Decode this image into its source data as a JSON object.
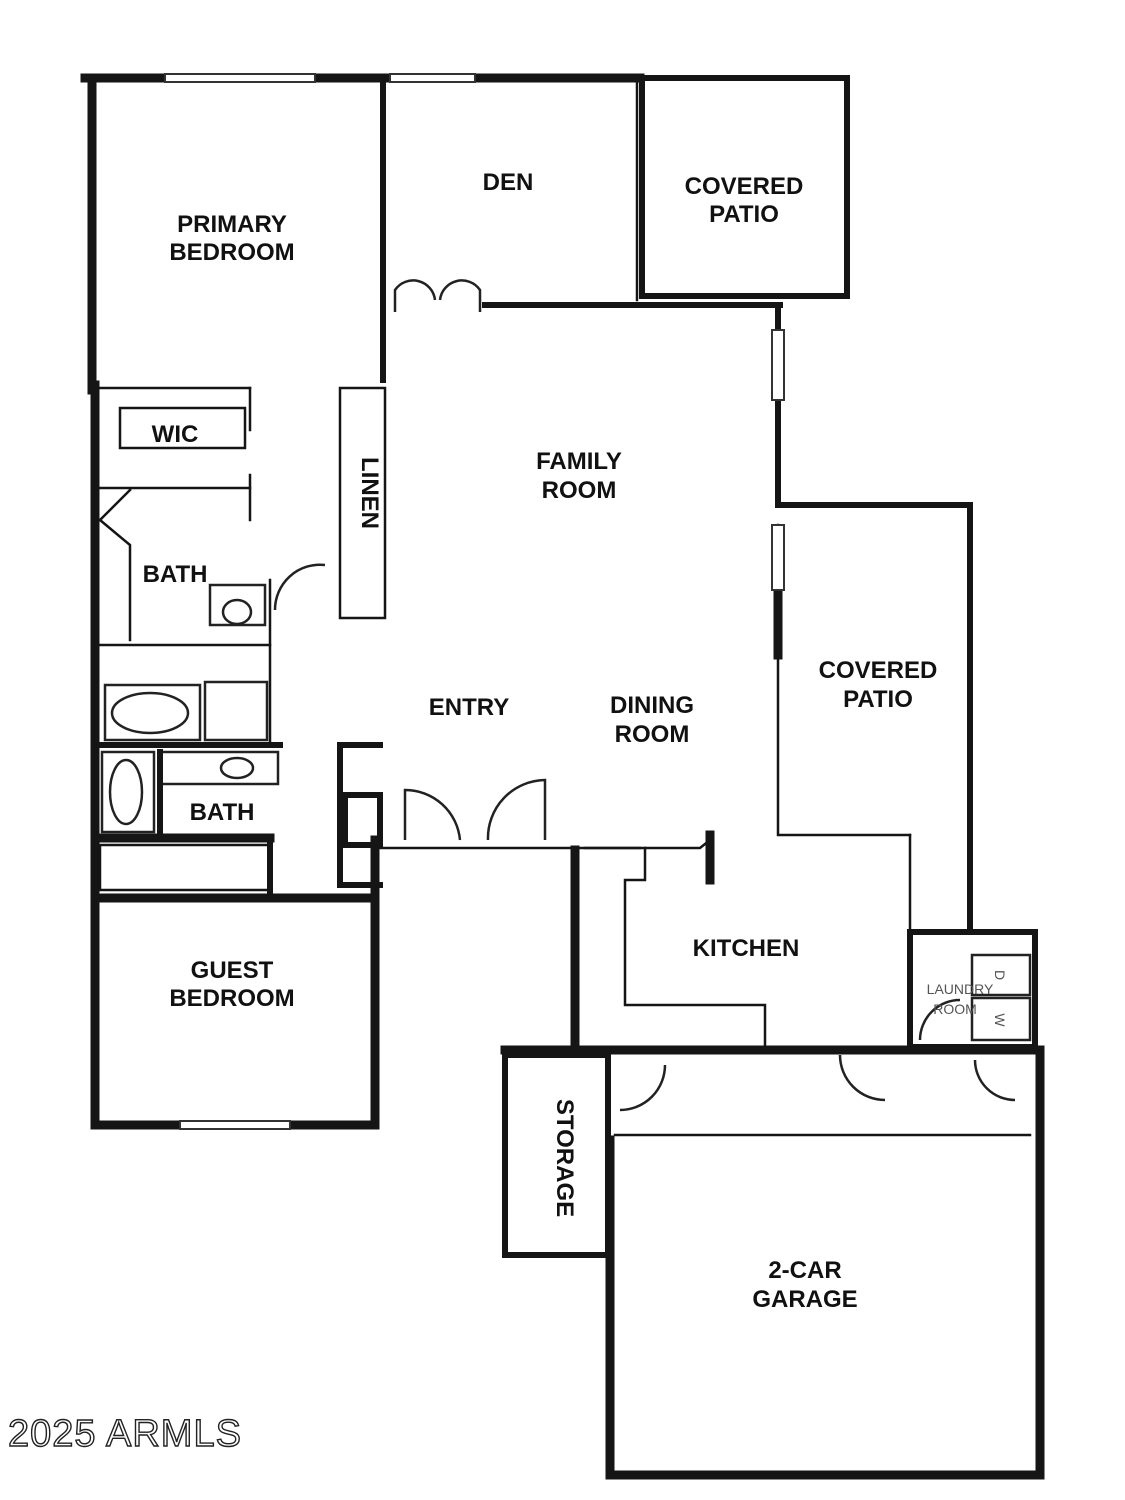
{
  "rooms": {
    "primary_bedroom": [
      "PRIMARY",
      "BEDROOM"
    ],
    "den": "DEN",
    "covered_patio_top": [
      "COVERED",
      "PATIO"
    ],
    "wic": "WIC",
    "linen": "LINEN",
    "family_room": [
      "FAMILY",
      "ROOM"
    ],
    "bath_primary": "BATH",
    "entry": "ENTRY",
    "dining_room": [
      "DINING",
      "ROOM"
    ],
    "covered_patio_right": [
      "COVERED",
      "PATIO"
    ],
    "bath_guest": "BATH",
    "guest_bedroom": [
      "GUEST",
      "BEDROOM"
    ],
    "kitchen": "KITCHEN",
    "laundry_room": [
      "LAUNDRY",
      "ROOM"
    ],
    "storage": "STORAGE",
    "garage": [
      "2-CAR",
      "GARAGE"
    ]
  },
  "appliances": {
    "dryer": "D",
    "washer": "W"
  },
  "watermark": "2025 ARMLS"
}
